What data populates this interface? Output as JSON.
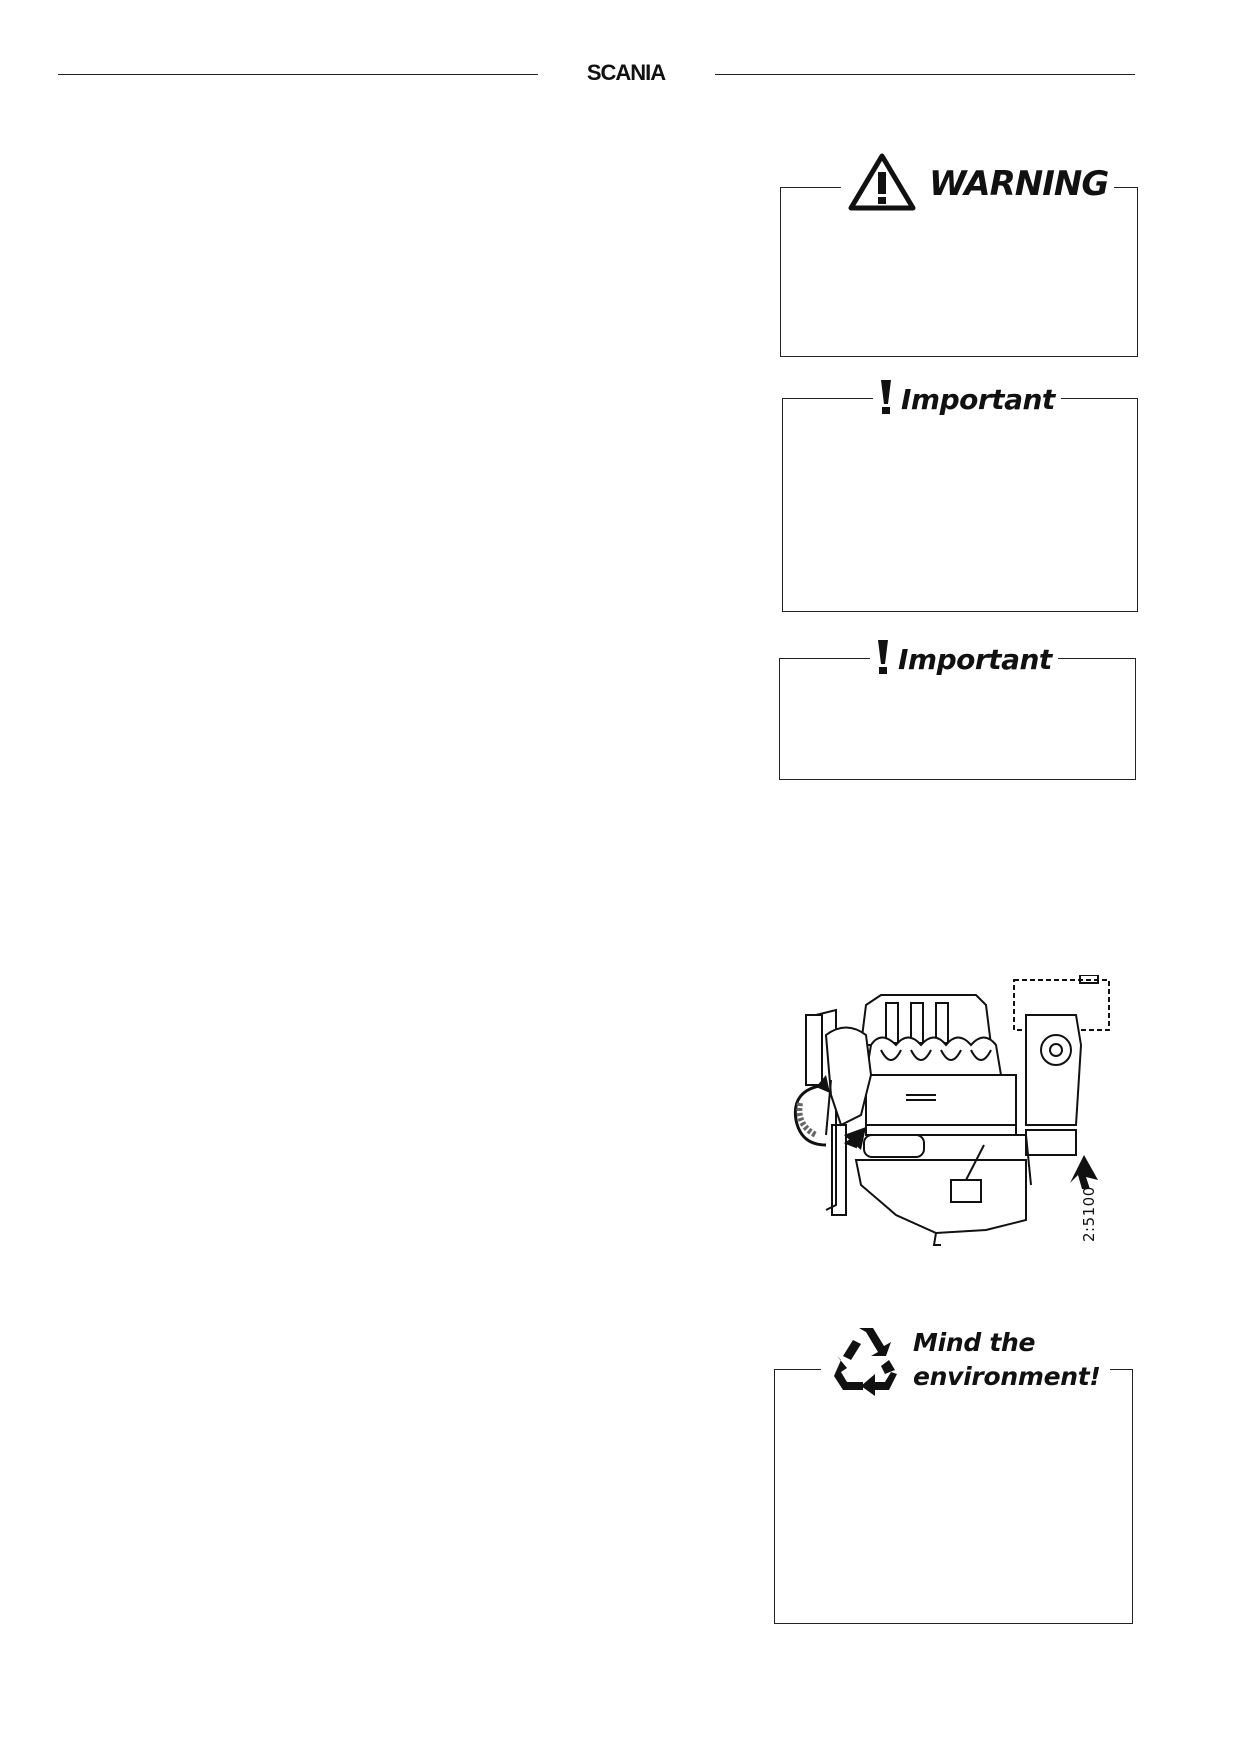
{
  "header": {
    "brand": "SCANIA"
  },
  "callouts": {
    "warning": {
      "label": "WARNING",
      "icon": "warning-triangle-icon"
    },
    "important_1": {
      "label": "Important",
      "icon": "exclamation-icon"
    },
    "important_2": {
      "label": "Important",
      "icon": "exclamation-icon"
    },
    "environment": {
      "line1": "Mind the",
      "line2": "environment!",
      "icon": "recycle-icon"
    }
  },
  "figure": {
    "id": "2:5100",
    "icon": "engine-drawing-icon"
  }
}
